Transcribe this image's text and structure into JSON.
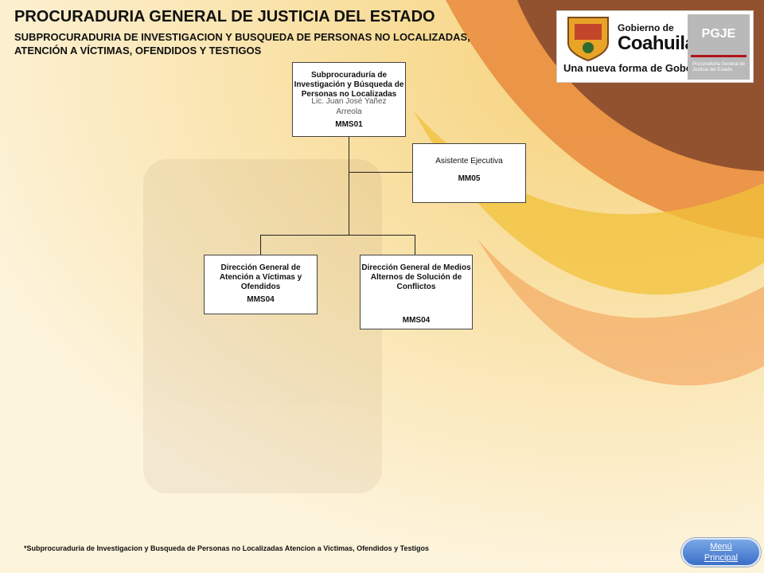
{
  "header": {
    "title": "PROCURADURIA GENERAL DE JUSTICIA DEL ESTADO",
    "subtitle_line1": "SUBPROCURADURIA DE INVESTIGACION Y BUSQUEDA DE PERSONAS NO LOCALIZADAS,",
    "subtitle_line2": "ATENCIÓN A VÍCTIMAS, OFENDIDOS Y TESTIGOS"
  },
  "logo": {
    "gobierno": "Gobierno de",
    "coahuila": "Coahuila",
    "slogan": "Una nueva forma de Gobernar",
    "pgje": "PGJE",
    "pgje_sub": "Procuraduría General de Justicia del Estado"
  },
  "org": {
    "root": {
      "name": "Subprocuraduría de Investigación y Búsqueda de Personas no Localizadas",
      "person_line1": "Lic. Juan José Yañez",
      "person_line2": "Arreola",
      "code": "MMS01"
    },
    "assistant": {
      "name": "Asistente Ejecutiva",
      "code": "MM05"
    },
    "child1": {
      "name": "Dirección General de Atención a Víctimas y Ofendidos",
      "code": "MMS04"
    },
    "child2": {
      "name": "Dirección General de Medios Alternos de Solución de Conflictos",
      "code": "MMS04"
    }
  },
  "footnote": "*Subprocuraduria de Investigacion y Busqueda de Personas no Localizadas Atencion a Victimas, Ofendidos y Testigos",
  "menu": {
    "line1": "Menú",
    "line2": "Principal"
  },
  "colors": {
    "bg": "#fbf1d4",
    "orange": "#e8782a",
    "brown": "#7a3a26",
    "yellow": "#f2c62e",
    "button": "#3a6fc8"
  }
}
